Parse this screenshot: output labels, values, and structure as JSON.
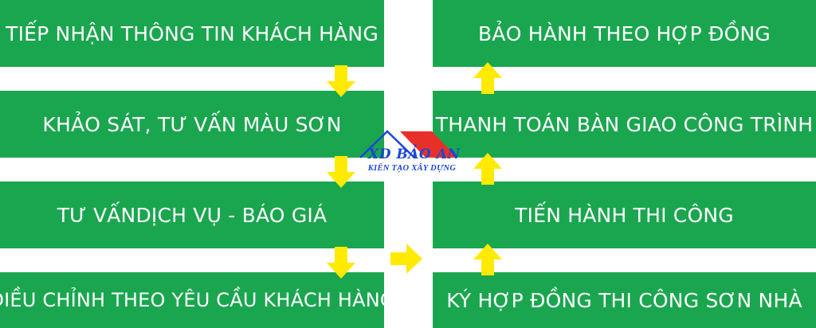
{
  "left_steps": [
    "TIẾP NHẬN THÔNG TIN KHÁCH HÀNG",
    "KHẢO SÁT, TƯ VẤN MÀU SƠN",
    "TƯ VẤNDỊCH VỤ - BÁO GIÁ",
    "ĐIỀU CHỈNH THEO YÊU CẦU KHÁCH HÀNG"
  ],
  "right_steps": [
    "BẢO HÀNH THEO HỢP ĐỒNG",
    "THANH TOÁN BÀN GIAO CÔNG TRÌNH",
    "TIẾN HÀNH THI CÔNG",
    "KÝ HỢP ĐỒNG THI CÔNG SƠN NHÀ"
  ],
  "logo": {
    "title": "XD BẢO AN",
    "subtitle": "KIẾN TẠO XÂY DỰNG"
  },
  "colors": {
    "box": "#1aa64f",
    "arrow": "#ffea00",
    "logo_text": "#1b46d6",
    "logo_roof": "#e8302a"
  }
}
